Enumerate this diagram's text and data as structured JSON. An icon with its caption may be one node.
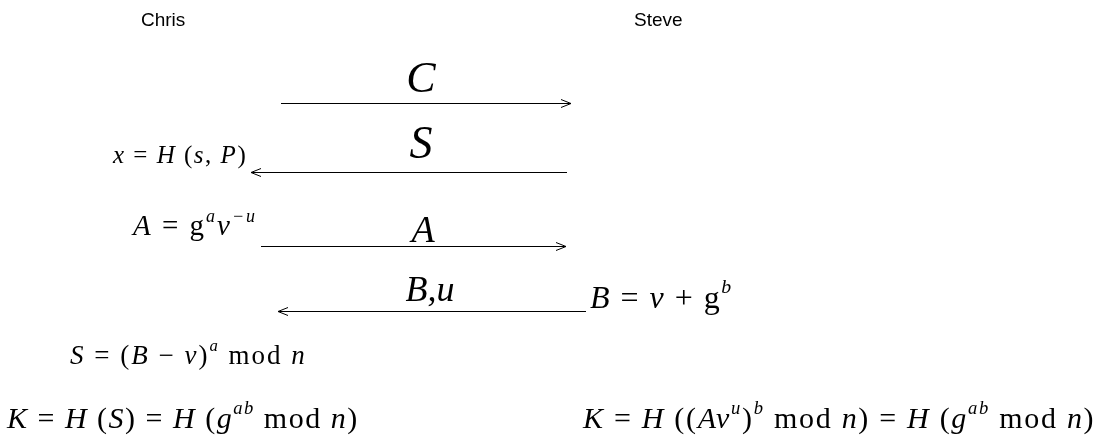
{
  "diagram": {
    "nodes": [
      {
        "text": [
          "*x* = *H* (*s*, *P*)"
        ]
      },
      {
        "text": [
          "*A* = g$^{a}$*v*$^{−u}$"
        ]
      },
      {
        "text": [
          "*B* = *v* + g$^{b}$"
        ]
      }
    ],
    "edges": [
      {
        "from": null,
        "to": 0,
        "arrow": "to",
        "label": "S"
      },
      {
        "from": 1,
        "to": null,
        "arrow": "to",
        "label": "A"
      },
      {
        "from": 2,
        "to": null,
        "arrow": "to",
        "label": "B,u"
      }
    ],
    "labels": [
      "Chris",
      "Steve",
      "C",
      "*S* = (*B* − *v*)$^{a}$ mod *n*",
      "*K* = *H* (*S*) = *H* (*g*$^{ab}$ mod *n*)",
      "*K* = *H* ((*Av*$^{u}$)$^{b}$ mod *n*) = *H* (*g*$^{ab}$ mod *n*)"
    ]
  }
}
